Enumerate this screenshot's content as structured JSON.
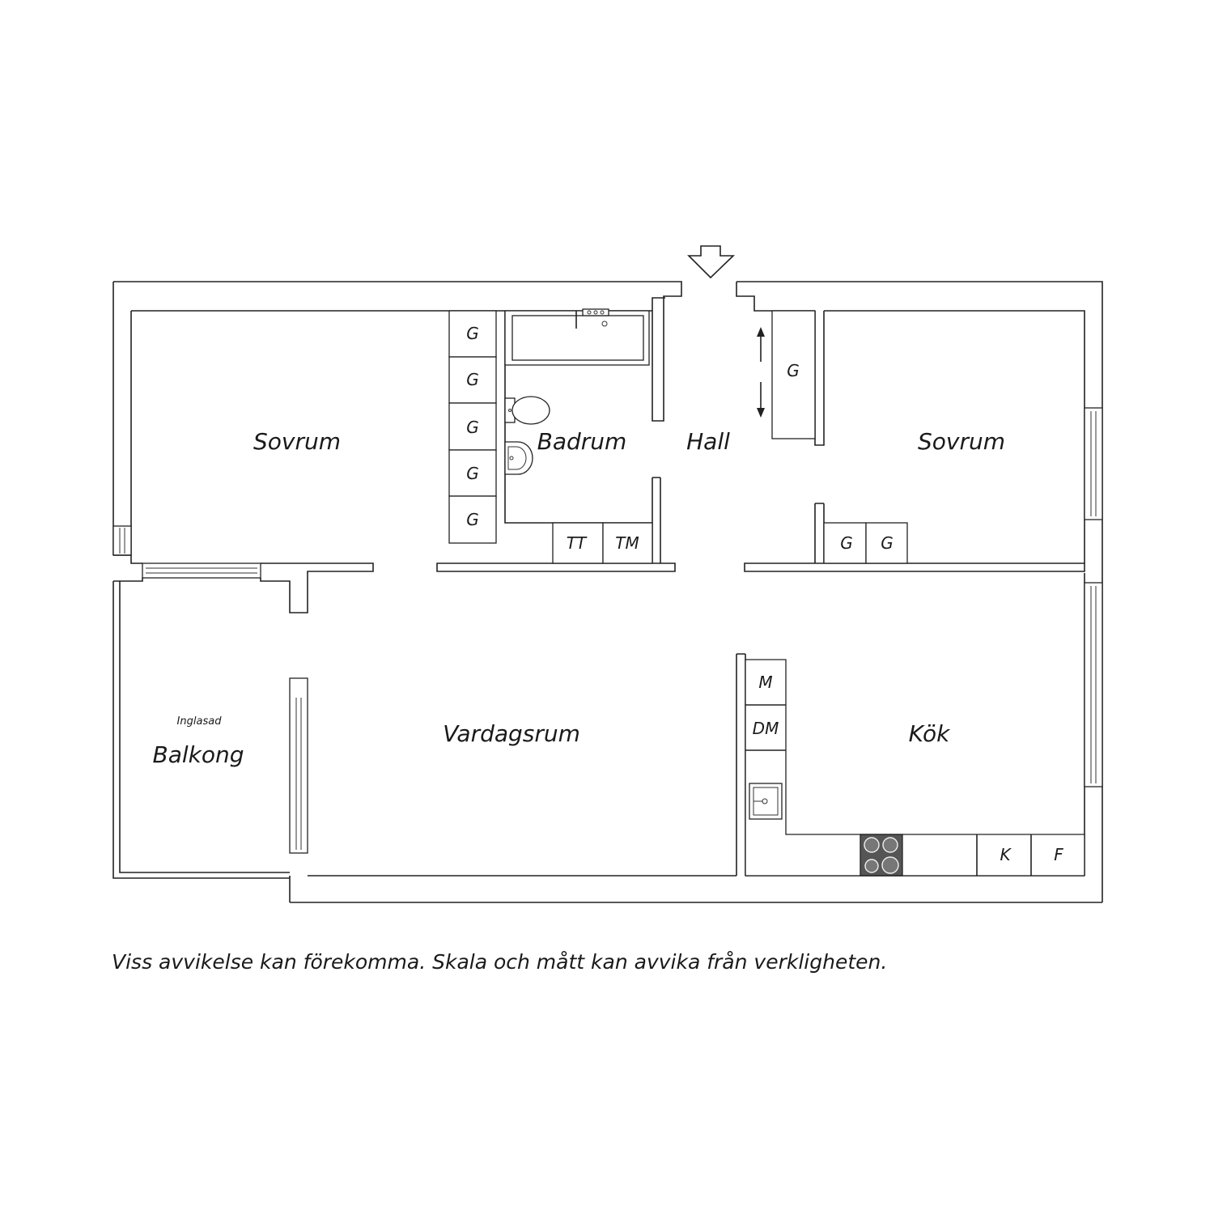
{
  "rooms": {
    "sovrum_left": "Sovrum",
    "badrum": "Badrum",
    "hall": "Hall",
    "sovrum_right": "Sovrum",
    "vardagsrum": "Vardagsrum",
    "kok": "Kök",
    "balkong": "Balkong",
    "balkong_note": "Inglasad"
  },
  "fixtures": {
    "wardrobe": "G",
    "tumble_dryer": "TT",
    "washing_machine": "TM",
    "microwave": "M",
    "dishwasher": "DM",
    "fridge": "K",
    "freezer": "F"
  },
  "disclaimer": "Viss avvikelse kan förekomma. Skala och mått kan avvika från verkligheten."
}
